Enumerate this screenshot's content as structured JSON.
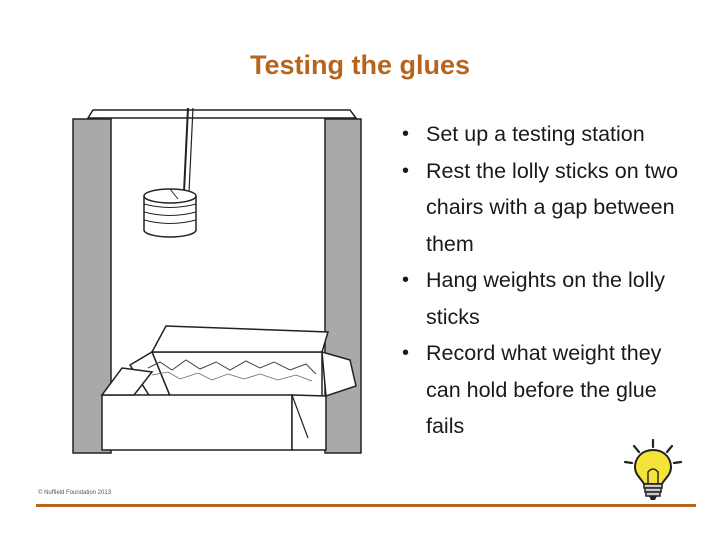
{
  "slide": {
    "title": "Testing the glues",
    "bullets": [
      {
        "text": "Set up a testing station"
      },
      {
        "text": "Rest the lolly sticks on two chairs with a gap between them"
      },
      {
        "text": "Hang weights on the lolly sticks"
      },
      {
        "text": "Record what weight they can hold before the glue fails"
      }
    ],
    "copyright": "© Nuffield Foundation 2013"
  },
  "colors": {
    "title": "#b5651d",
    "footer_rule": "#b5651d",
    "text": "#1a1a1a",
    "chair_grey": "#a9a9a9",
    "bulb_yellow": "#f5e33a"
  },
  "icons": {
    "illustration": "glue-testing-station-illustration",
    "bulb": "lightbulb-icon"
  }
}
